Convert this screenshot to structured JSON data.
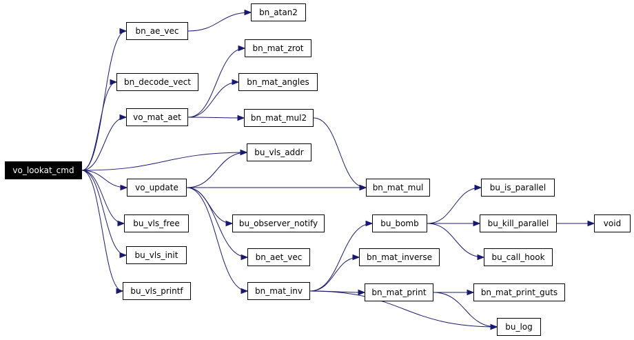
{
  "graph": {
    "nodes": {
      "vo_lookat_cmd": "vo_lookat_cmd",
      "bn_ae_vec": "bn_ae_vec",
      "bn_atan2": "bn_atan2",
      "bn_decode_vect": "bn_decode_vect",
      "vo_mat_aet": "vo_mat_aet",
      "bn_mat_zrot": "bn_mat_zrot",
      "bn_mat_angles": "bn_mat_angles",
      "bn_mat_mul2": "bn_mat_mul2",
      "bu_vls_addr": "bu_vls_addr",
      "vo_update": "vo_update",
      "bn_mat_mul": "bn_mat_mul",
      "bu_vls_free": "bu_vls_free",
      "bu_observer_notify": "bu_observer_notify",
      "bu_vls_init": "bu_vls_init",
      "bn_aet_vec": "bn_aet_vec",
      "bu_vls_printf": "bu_vls_printf",
      "bn_mat_inv": "bn_mat_inv",
      "bu_bomb": "bu_bomb",
      "bn_mat_inverse": "bn_mat_inverse",
      "bn_mat_print": "bn_mat_print",
      "bu_is_parallel": "bu_is_parallel",
      "bu_kill_parallel": "bu_kill_parallel",
      "bu_call_hook": "bu_call_hook",
      "bn_mat_print_guts": "bn_mat_print_guts",
      "bu_log": "bu_log",
      "void": "void"
    },
    "edges": [
      [
        "vo_lookat_cmd",
        "bn_ae_vec"
      ],
      [
        "vo_lookat_cmd",
        "bn_decode_vect"
      ],
      [
        "vo_lookat_cmd",
        "vo_mat_aet"
      ],
      [
        "vo_lookat_cmd",
        "bu_vls_addr"
      ],
      [
        "vo_lookat_cmd",
        "vo_update"
      ],
      [
        "vo_lookat_cmd",
        "bu_vls_free"
      ],
      [
        "vo_lookat_cmd",
        "bu_vls_init"
      ],
      [
        "vo_lookat_cmd",
        "bu_vls_printf"
      ],
      [
        "bn_ae_vec",
        "bn_atan2"
      ],
      [
        "vo_mat_aet",
        "bn_mat_zrot"
      ],
      [
        "vo_mat_aet",
        "bn_mat_angles"
      ],
      [
        "vo_mat_aet",
        "bn_mat_mul2"
      ],
      [
        "bn_mat_mul2",
        "bn_mat_mul"
      ],
      [
        "vo_update",
        "bu_vls_addr"
      ],
      [
        "vo_update",
        "bn_mat_mul"
      ],
      [
        "vo_update",
        "bu_observer_notify"
      ],
      [
        "vo_update",
        "bn_aet_vec"
      ],
      [
        "vo_update",
        "bn_mat_inv"
      ],
      [
        "bn_mat_inv",
        "bu_bomb"
      ],
      [
        "bn_mat_inv",
        "bn_mat_inverse"
      ],
      [
        "bn_mat_inv",
        "bn_mat_print"
      ],
      [
        "bn_mat_inv",
        "bu_log"
      ],
      [
        "bu_bomb",
        "bu_is_parallel"
      ],
      [
        "bu_bomb",
        "bu_kill_parallel"
      ],
      [
        "bu_bomb",
        "bu_call_hook"
      ],
      [
        "bu_kill_parallel",
        "void"
      ],
      [
        "bn_mat_print",
        "bn_mat_print_guts"
      ],
      [
        "bn_mat_print",
        "bu_log"
      ]
    ],
    "colors": {
      "edge": "#191970",
      "root_fill": "#000000",
      "root_text": "#ffffff",
      "node_fill": "#ffffff",
      "node_border": "#000000"
    }
  }
}
